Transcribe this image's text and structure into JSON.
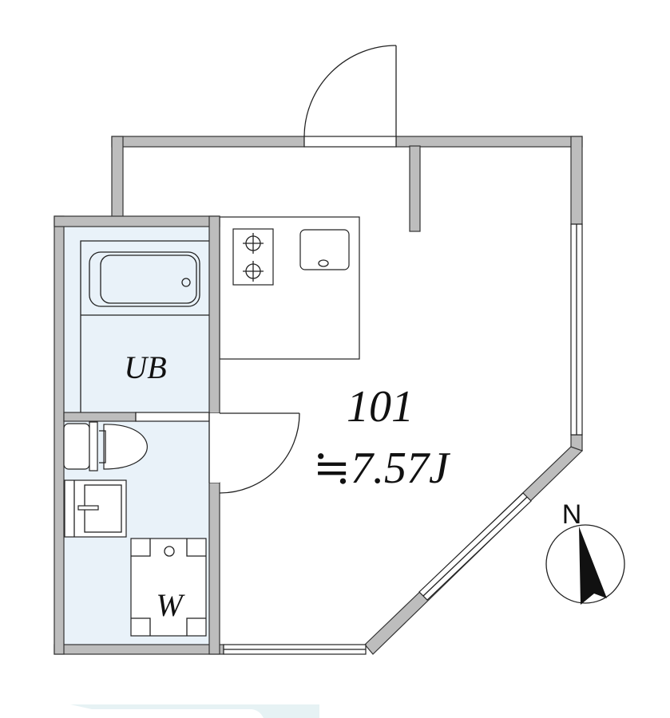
{
  "unit": {
    "number": "101",
    "area": "≒7.57J"
  },
  "rooms": {
    "bath": "UB",
    "washer": "W"
  },
  "compass": {
    "label": "N"
  },
  "colors": {
    "wall": "#bdbdbd",
    "wet_area": "#e9f2f9",
    "line": "#222222"
  }
}
